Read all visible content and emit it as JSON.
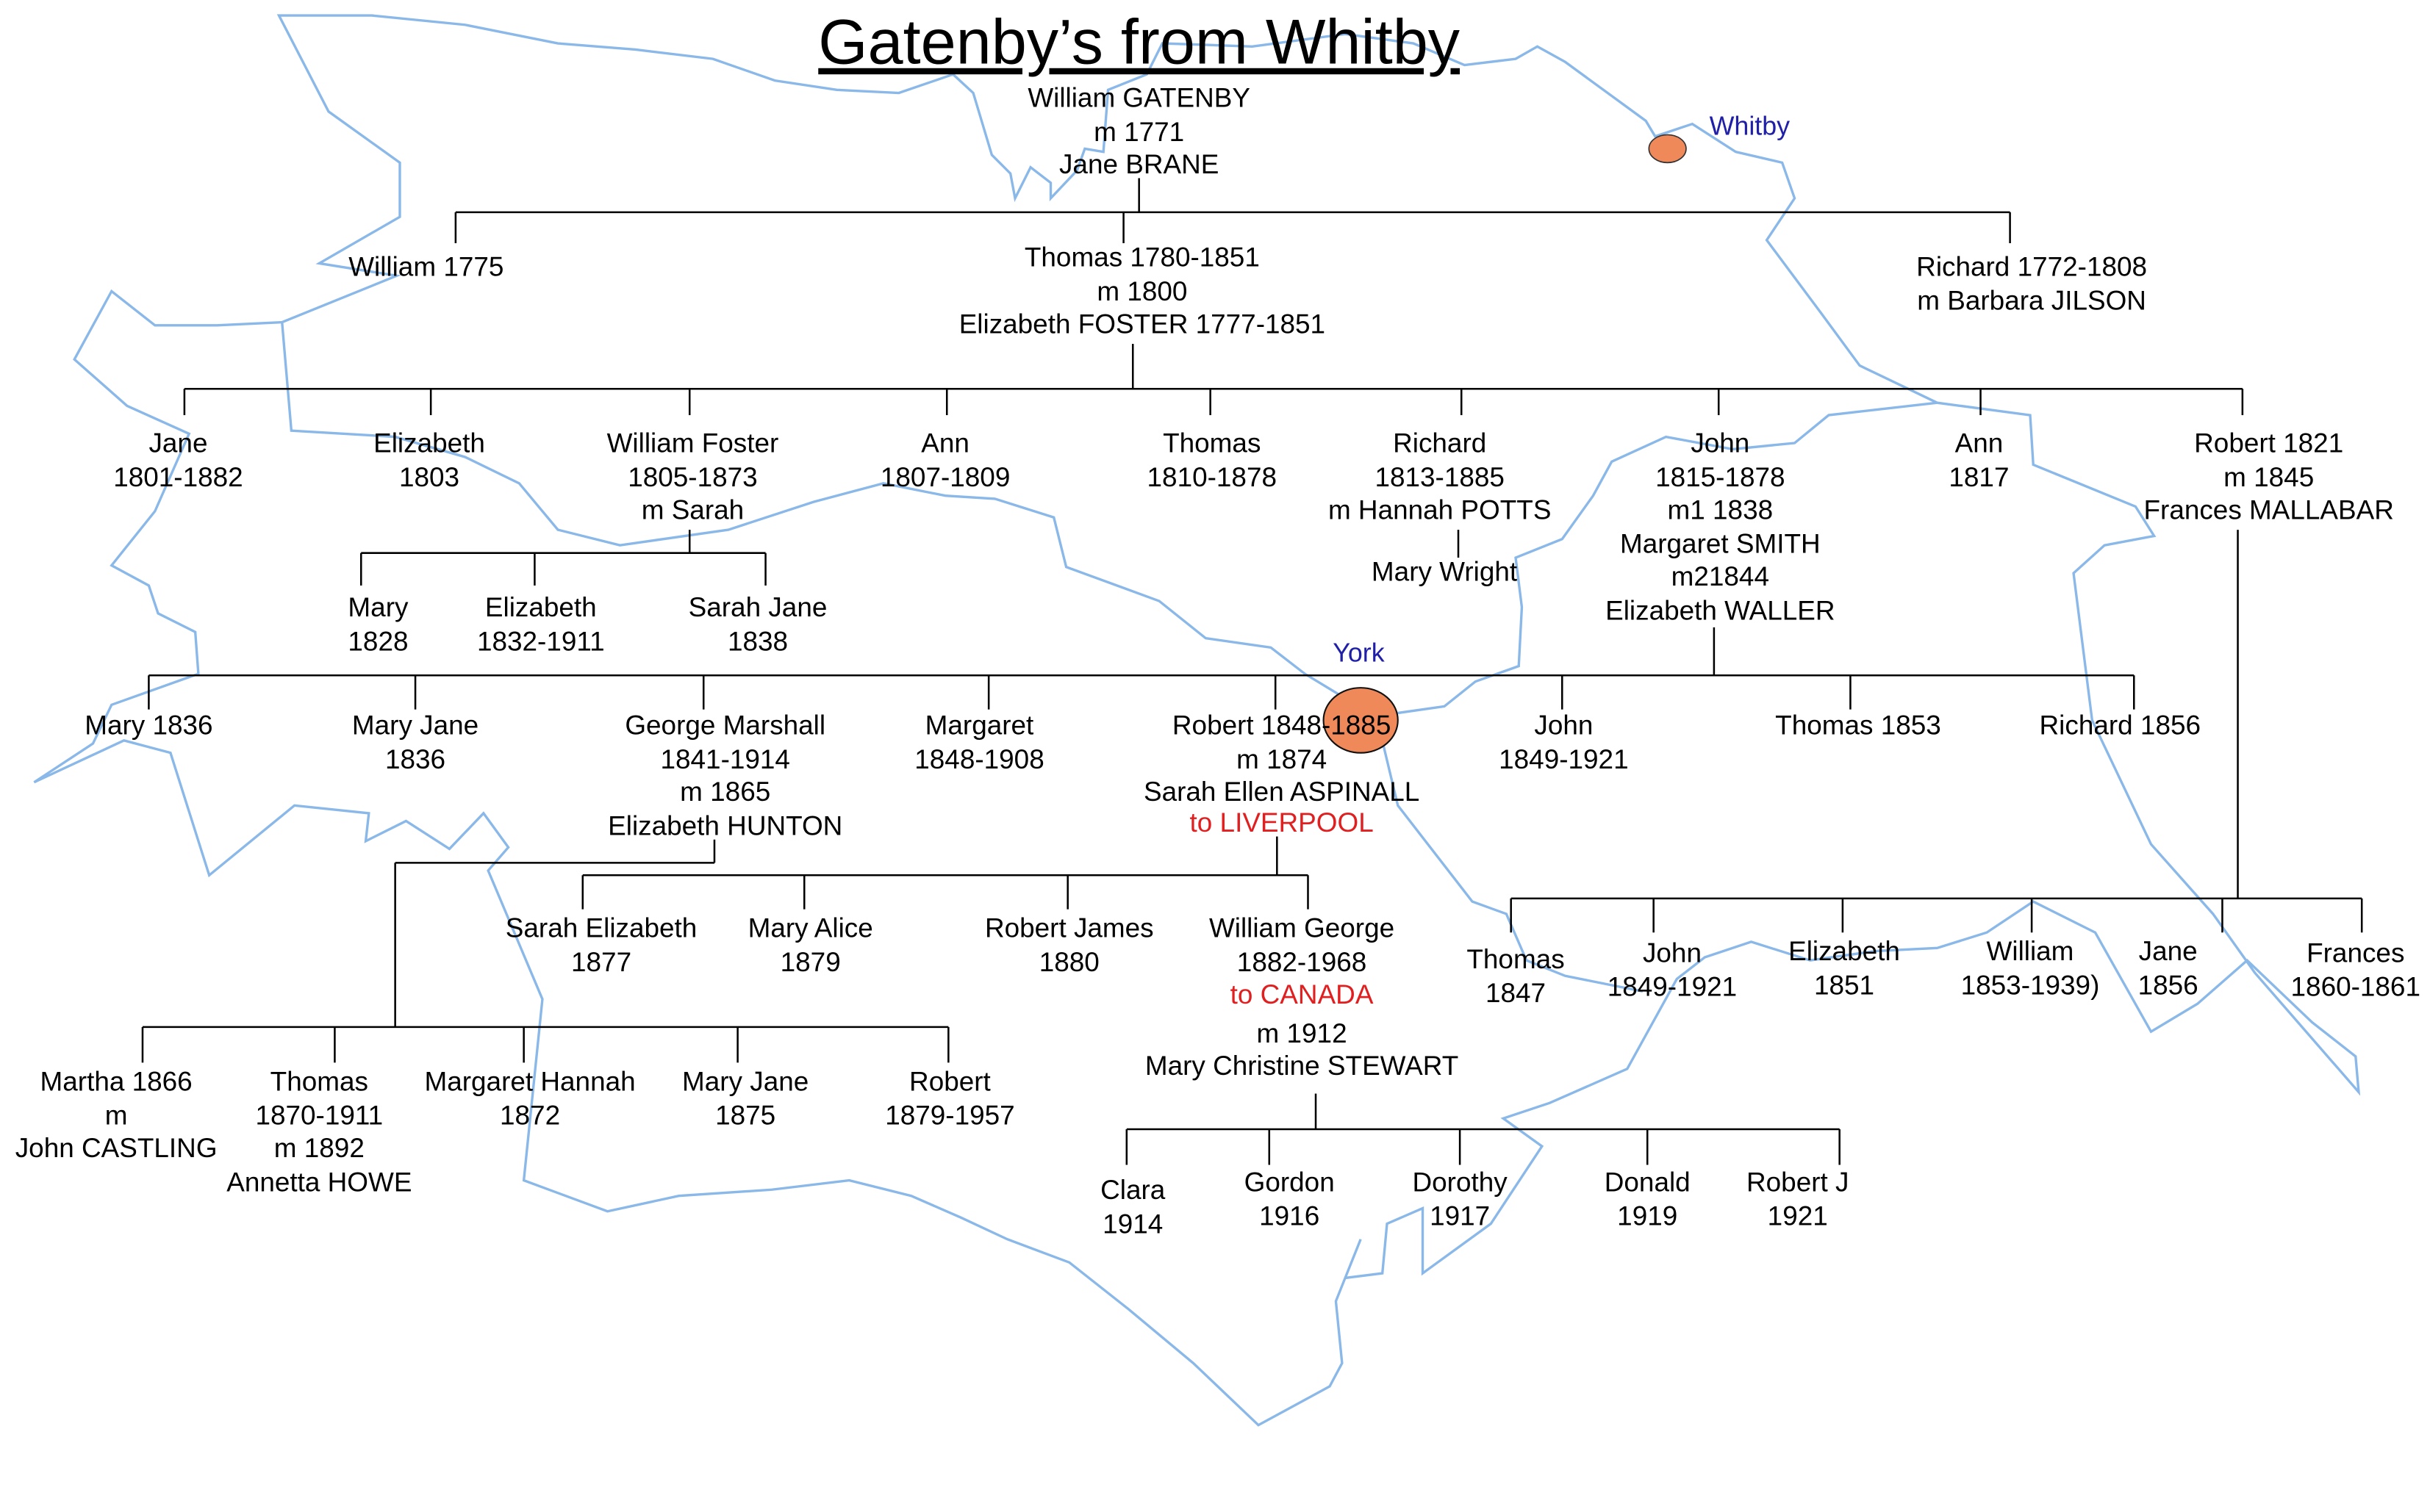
{
  "title": "Gatenby’s from Whitby",
  "colors": {
    "map_outline": "#8ab8e8",
    "town_marker": "#f0895a",
    "place_label": "#1f1fa8",
    "highlight_text": "#e02020"
  },
  "places": {
    "whitby": "Whitby",
    "york": "York"
  },
  "gen1": {
    "l1": "William GATENBY",
    "l2": "m 1771",
    "l3": "Jane BRANE"
  },
  "gen2": {
    "william": "William 1775",
    "thomas": {
      "l1": "Thomas 1780-1851",
      "l2": "m 1800",
      "l3": "Elizabeth FOSTER 1777-1851"
    },
    "richard": {
      "l1": "Richard 1772-1808",
      "l2": "m Barbara JILSON"
    }
  },
  "gen3": {
    "jane": [
      "Jane",
      "1801-1882"
    ],
    "elizabeth": [
      "Elizabeth",
      "1803"
    ],
    "william_foster": [
      "William Foster",
      "1805-1873",
      "m Sarah"
    ],
    "ann1": [
      "Ann",
      "1807-1809"
    ],
    "thomas": [
      "Thomas",
      "1810-1878"
    ],
    "richard": [
      "Richard",
      "1813-1885",
      "m Hannah POTTS"
    ],
    "richard_child": "Mary Wright",
    "john": [
      "John",
      "1815-1878",
      "m1 1838",
      "Margaret SMITH",
      "m21844",
      "Elizabeth WALLER"
    ],
    "ann2": [
      "Ann",
      "1817"
    ],
    "robert": [
      "Robert 1821",
      "m 1845",
      "Frances MALLABAR"
    ]
  },
  "wf_children": {
    "mary": [
      "Mary",
      "1828"
    ],
    "elizabeth": [
      "Elizabeth",
      "1832-1911"
    ],
    "sarah_jane": [
      "Sarah Jane",
      "1838"
    ]
  },
  "john_children": {
    "mary": "Mary 1836",
    "mary_jane": [
      "Mary Jane",
      "1836"
    ],
    "george": [
      "George Marshall",
      "1841-1914",
      "m 1865",
      "Elizabeth HUNTON"
    ],
    "margaret": [
      "Margaret",
      "1848-1908"
    ],
    "robert": [
      "Robert 1848-1885",
      "m 1874",
      "Sarah Ellen ASPINALL",
      "to LIVERPOOL"
    ],
    "john": [
      "John",
      "1849-1921"
    ],
    "thomas": "Thomas 1853",
    "richard": "Richard 1856"
  },
  "robert_children": {
    "sarah": [
      "Sarah Elizabeth",
      "1877"
    ],
    "mary_alice": [
      "Mary Alice",
      "1879"
    ],
    "robert_james": [
      "Robert James",
      "1880"
    ],
    "william_george": [
      "William George",
      "1882-1968",
      "to CANADA",
      "m 1912",
      "Mary Christine STEWART"
    ]
  },
  "george_children": {
    "martha": [
      "Martha 1866",
      "m",
      "John CASTLING"
    ],
    "thomas": [
      "Thomas",
      "1870-1911",
      "m 1892",
      "Annetta HOWE"
    ],
    "margaret": [
      "Margaret Hannah",
      "1872"
    ],
    "mary_jane": [
      "Mary Jane",
      "1875"
    ],
    "robert": [
      "Robert",
      "1879-1957"
    ]
  },
  "wg_children": {
    "clara": [
      "Clara",
      "1914"
    ],
    "gordon": [
      "Gordon",
      "1916"
    ],
    "dorothy": [
      "Dorothy",
      "1917"
    ],
    "donald": [
      "Donald",
      "1919"
    ],
    "robert_j": [
      "Robert J",
      "1921"
    ]
  },
  "robert1821_children": {
    "thomas": [
      "Thomas",
      "1847"
    ],
    "john": [
      "John",
      "1849-1921"
    ],
    "elizabeth": [
      "Elizabeth",
      "1851"
    ],
    "william": [
      "William",
      "1853-1939)"
    ],
    "jane": [
      "Jane",
      "1856"
    ],
    "frances": [
      "Frances",
      "1860-1861"
    ]
  }
}
